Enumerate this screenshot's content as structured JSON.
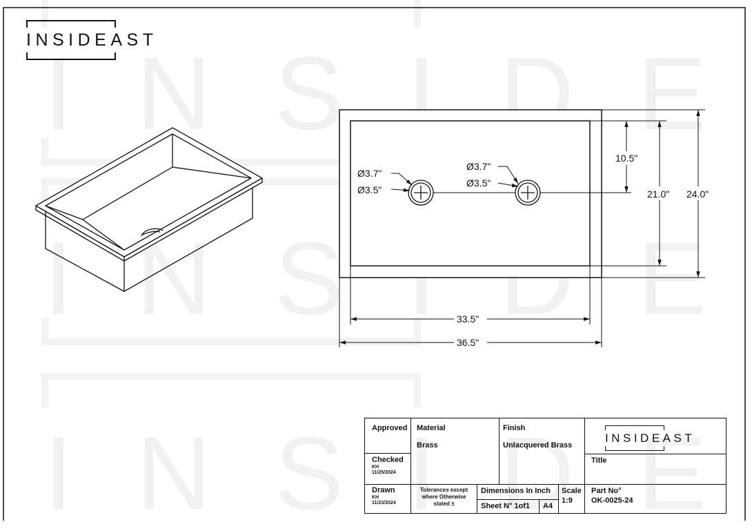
{
  "brand": {
    "name": "INSIDEAST"
  },
  "watermark": {
    "text": "INSIDEAST"
  },
  "drawing": {
    "hole_left": {
      "outer_dia": "Ø3.7\"",
      "inner_dia": "Ø3.5\""
    },
    "hole_right": {
      "outer_dia": "Ø3.7\"",
      "inner_dia": "Ø3.5\""
    },
    "dims": {
      "hole_offset": "10.5\"",
      "inner_height": "21.0\"",
      "outer_height": "24.0\"",
      "inner_width": "33.5\"",
      "outer_width": "36.5\""
    }
  },
  "title_block": {
    "approved_label": "Approved",
    "material_label": "Material",
    "material_value": "Brass",
    "finish_label": "Finish",
    "finish_value": "Unlacquered Brass",
    "checked_label": "Checked",
    "checked_by": "KH",
    "checked_date": "11/25/2024",
    "title_label": "Title",
    "drawn_label": "Drawn",
    "drawn_by": "KH",
    "drawn_date": "11/23/2024",
    "tolerances_line1": "Tolerances except",
    "tolerances_line2": "where Otherwise",
    "tolerances_line3": "stated ±",
    "dimensions_label": "Dimensions In Inch",
    "sheet_label": "Sheet N° 1of1",
    "paper_size": "A4",
    "scale_label": "Scale",
    "scale_value": "1:9",
    "part_no_label": "Part No°",
    "part_no_value": "OK-0025-24",
    "logo_text": "INSIDEAST"
  }
}
